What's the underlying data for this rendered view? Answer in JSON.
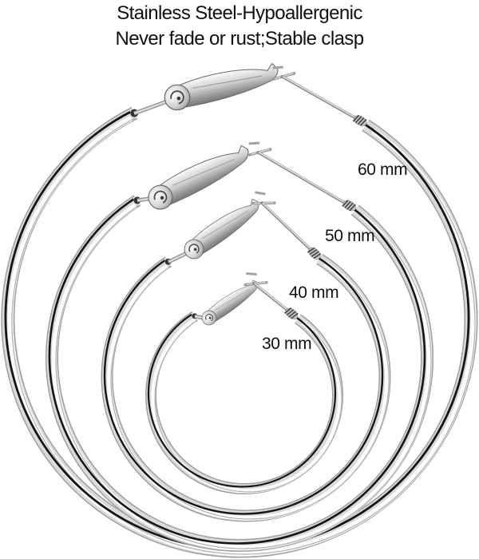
{
  "title": {
    "line1": "Stainless Steel-Hypoallergenic",
    "line2": "Never fade or rust;Stable clasp"
  },
  "sizes": [
    {
      "label": "60 mm"
    },
    {
      "label": "50 mm"
    },
    {
      "label": "40 mm"
    },
    {
      "label": "30 mm"
    }
  ],
  "colors": {
    "background": "#ffffff",
    "text": "#101010",
    "metal_base": "#dadada",
    "metal_edge": "#9f9f9f",
    "metal_dark_reflection": "#151515",
    "metal_highlight": "#ffffff"
  }
}
